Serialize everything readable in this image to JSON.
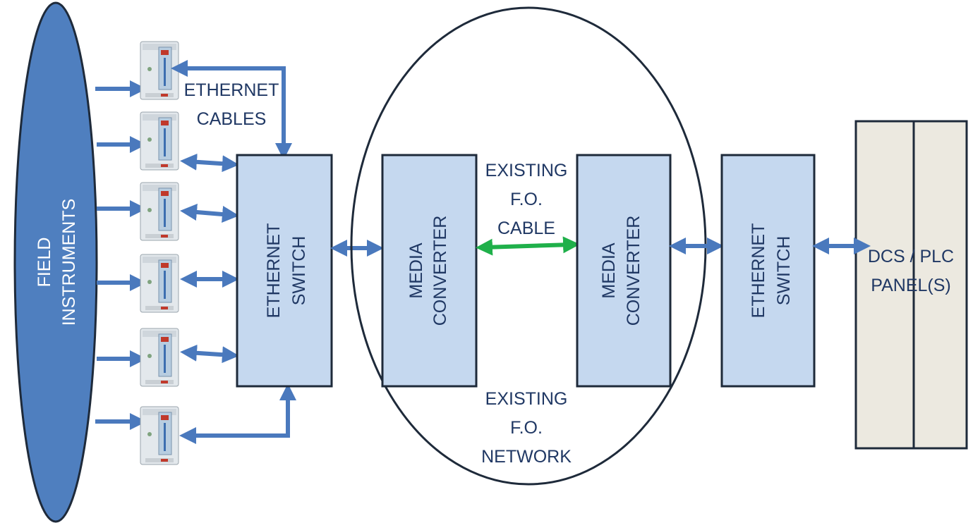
{
  "field_instruments": {
    "line1": "FIELD",
    "line2": "INSTRUMENTS"
  },
  "ethernet_cables": {
    "line1": "ETHERNET",
    "line2": "CABLES"
  },
  "switch_left": {
    "line1": "ETHERNET",
    "line2": "SWITCH"
  },
  "converter_left": {
    "line1": "MEDIA",
    "line2": "CONVERTER"
  },
  "fo_cable": {
    "line1": "EXISTING",
    "line2": "F.O.",
    "line3": "CABLE"
  },
  "converter_right": {
    "line1": "MEDIA",
    "line2": "CONVERTER"
  },
  "fo_network": {
    "line1": "EXISTING",
    "line2": "F.O.",
    "line3": "NETWORK"
  },
  "switch_right": {
    "line1": "ETHERNET",
    "line2": "SWITCH"
  },
  "panel": {
    "line1": "DCS / PLC",
    "line2": "PANEL(S)"
  },
  "colors": {
    "ellipse_fill": "#4f7fbf",
    "box_fill": "#c5d8ef",
    "arrow": "#4a79bd",
    "fo_arrow": "#1fb04a",
    "panel_fill": "#ece9e0"
  }
}
